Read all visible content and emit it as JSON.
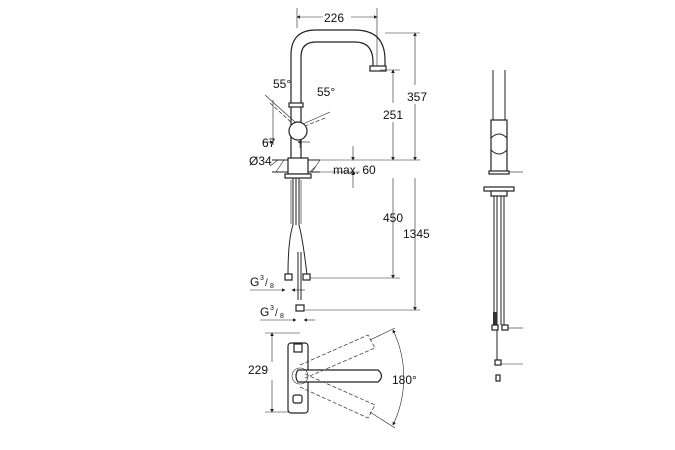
{
  "dimensions": {
    "spout_reach": "226",
    "total_height": "357",
    "spout_height": "251",
    "angle_left": "55°",
    "angle_right": "55°",
    "lever_offset": "67",
    "hole_diameter": "Ø34",
    "max_thickness": "max. 60",
    "hose_length": "450",
    "total_length": "1345",
    "connection_1": {
      "g": "G",
      "num": "3",
      "den": "8"
    },
    "connection_2": {
      "g": "G",
      "num": "3",
      "den": "8"
    },
    "depth": "229",
    "swivel_angle": "180°"
  }
}
